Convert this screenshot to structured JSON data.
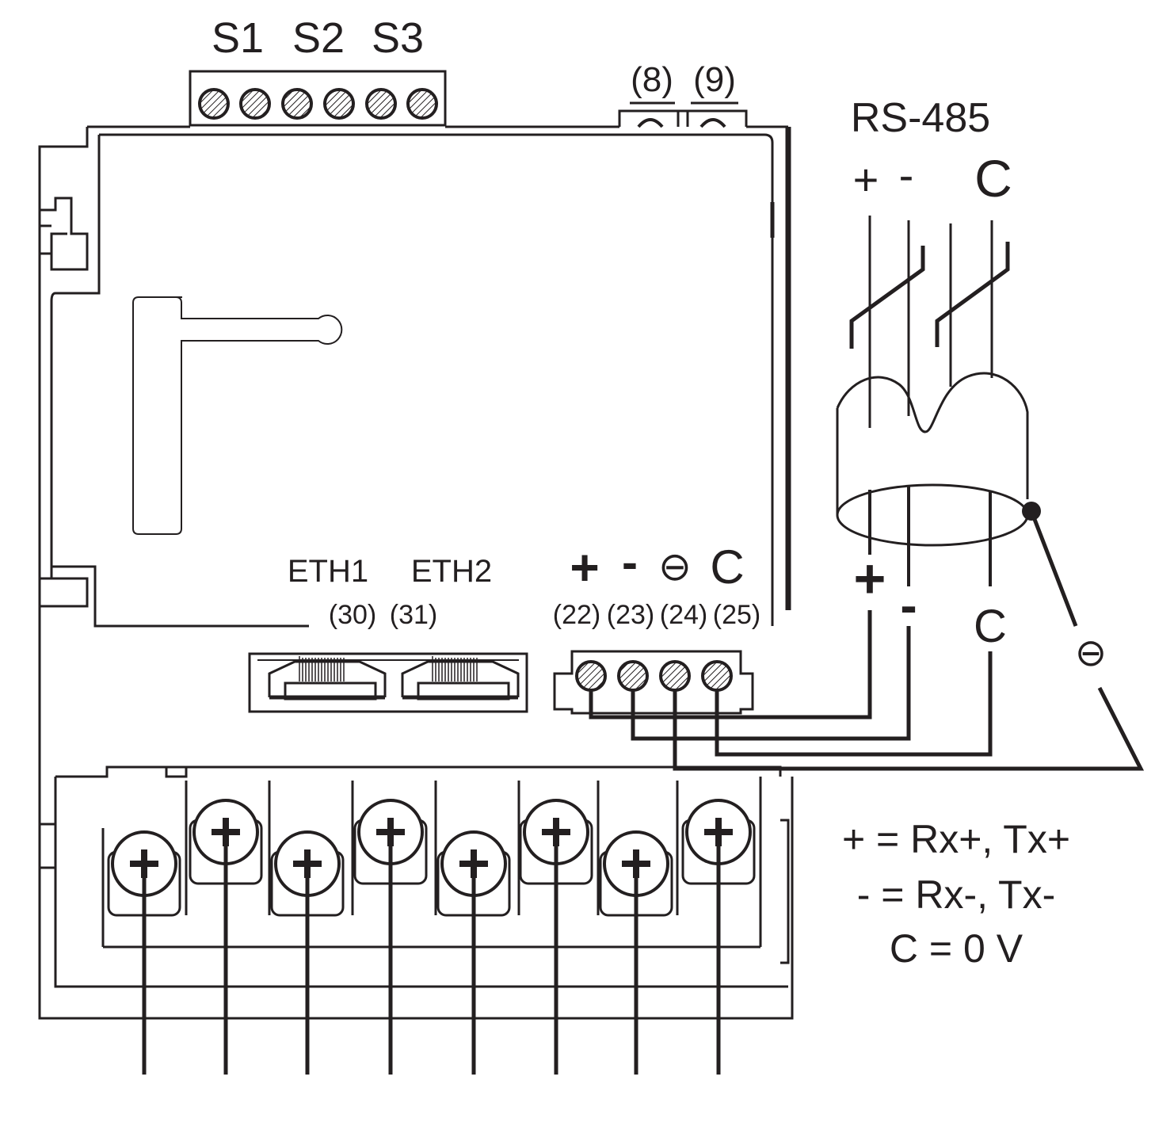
{
  "terminals_top": {
    "s1": "S1",
    "s2": "S2",
    "s3": "S3"
  },
  "aux_terminals": {
    "t8": "(8)",
    "t9": "(9)"
  },
  "ethernet": {
    "eth1_label": "ETH1",
    "eth2_label": "ETH2",
    "eth1_num": "(30)",
    "eth2_num": "(31)"
  },
  "rs485_terminals": {
    "plus": "+",
    "minus": "-",
    "shield_symbol": "⊖",
    "common": "C",
    "n22": "(22)",
    "n23": "(23)",
    "n24": "(24)",
    "n25": "(25)"
  },
  "cable": {
    "title": "RS-485",
    "top_plus": "+",
    "top_minus": "-",
    "top_c": "C",
    "bot_plus": "+",
    "bot_minus": "-",
    "bot_c": "C",
    "shield_symbol": "⊖"
  },
  "legend": {
    "line1": "+ = Rx+, Tx+",
    "line2": "- = Rx-, Tx-",
    "line3": "C = 0 V"
  },
  "colors": {
    "line": "#231f20",
    "background": "#ffffff"
  }
}
